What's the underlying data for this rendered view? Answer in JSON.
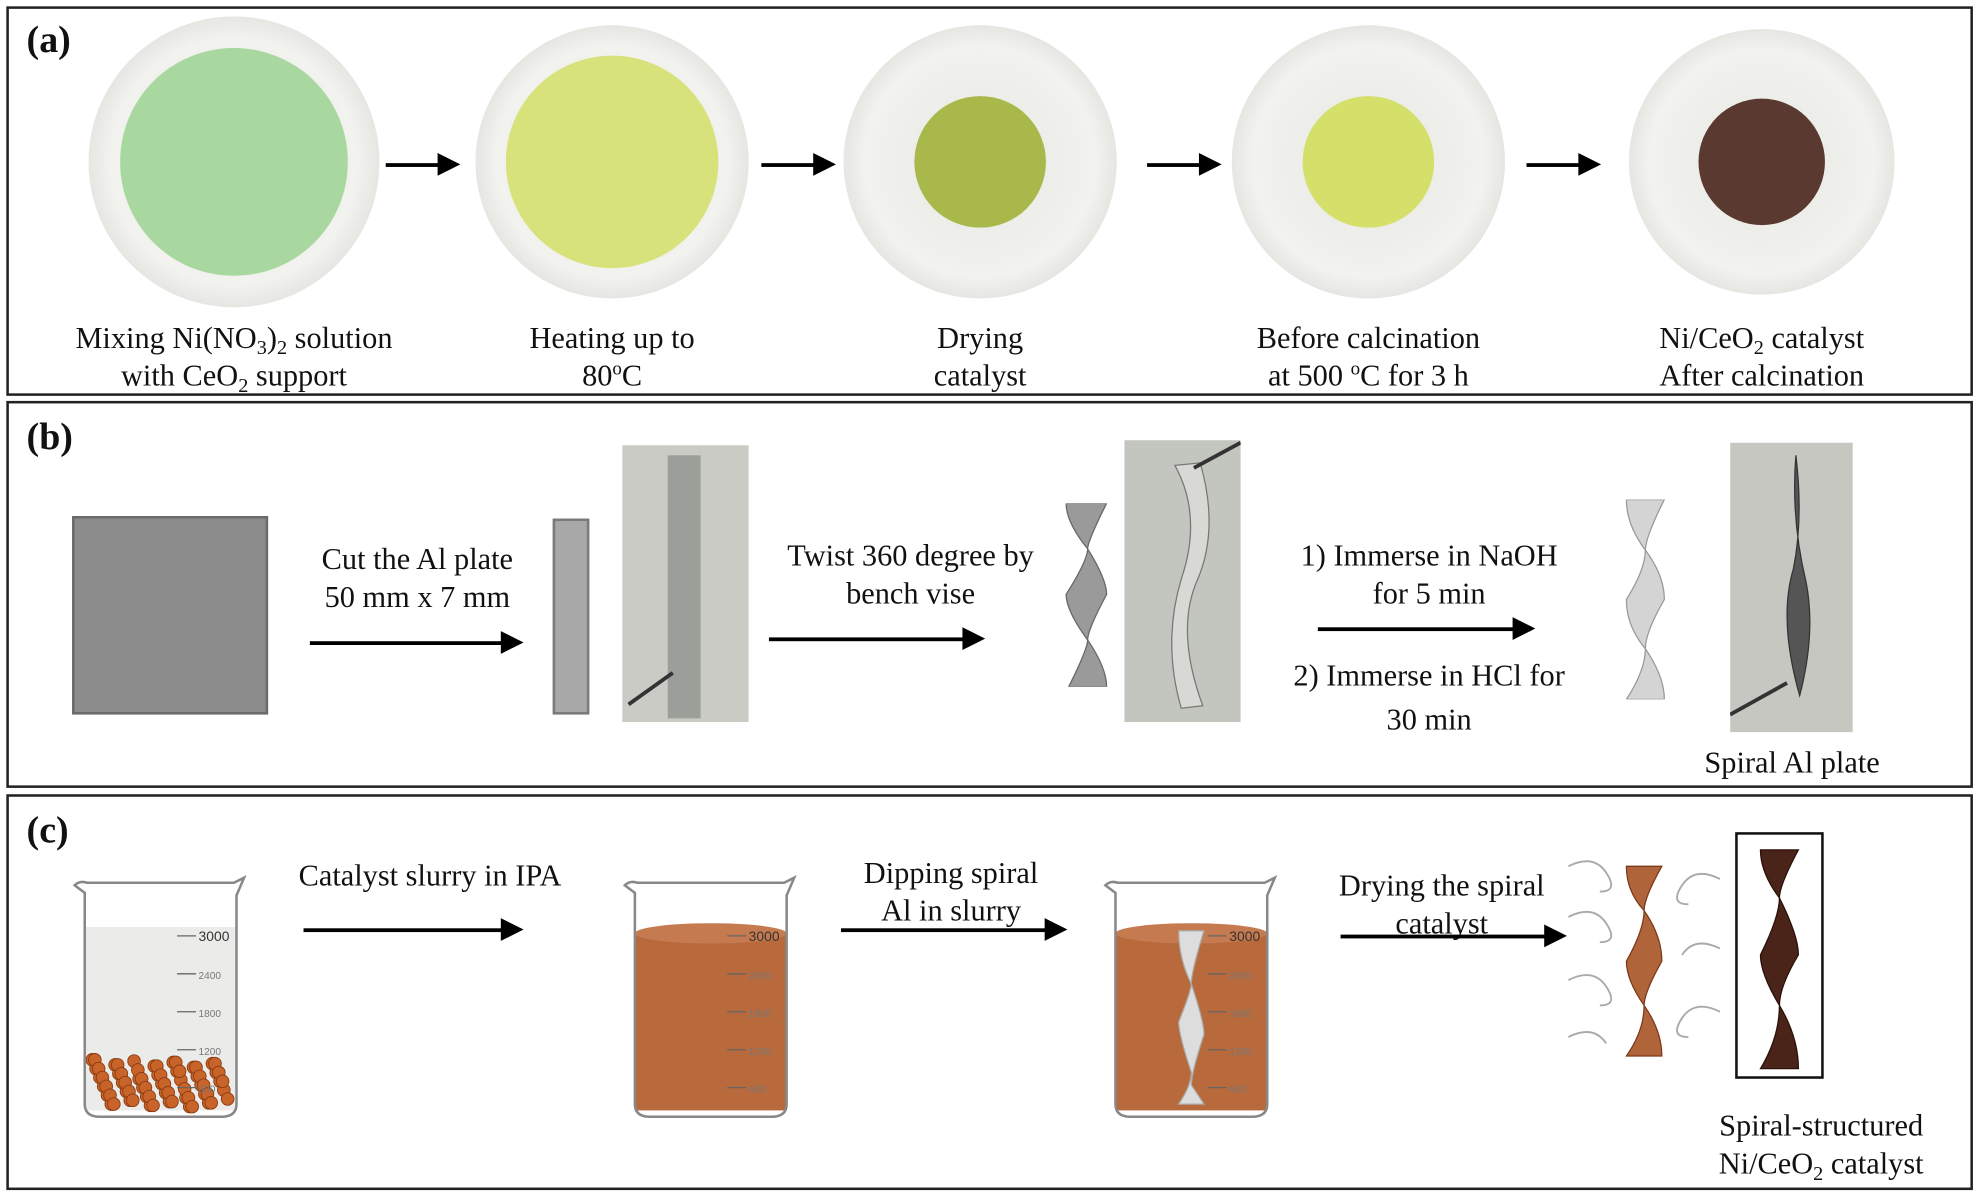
{
  "panels": {
    "a": {
      "label": "(a)",
      "steps": [
        {
          "line1": [
            "Mixing Ni(NO",
            "3",
            ")",
            "2",
            " solution"
          ],
          "line2": [
            "with CeO",
            "2",
            " support"
          ],
          "color": "#a8d8a0"
        },
        {
          "line1": [
            "Heating up to"
          ],
          "line2": [
            "80",
            "o",
            "C"
          ],
          "color": "#d8e27a"
        },
        {
          "line1": [
            "Drying"
          ],
          "line2": [
            "catalyst"
          ],
          "color": "#a9b84a"
        },
        {
          "line1": [
            "Before calcination"
          ],
          "line2": [
            "at 500 ",
            "o",
            "C for 3 h"
          ],
          "color": "#d4e06a"
        },
        {
          "line1": [
            "Ni/CeO",
            "2",
            " catalyst"
          ],
          "line2": [
            "After calcination"
          ],
          "color": "#5a3a30"
        }
      ]
    },
    "b": {
      "label": "(b)",
      "cut_line1": "Cut the Al plate",
      "cut_line2": "50 mm x 7 mm",
      "twist_line1": "Twist 360 degree by",
      "twist_line2": "bench vise",
      "immerse1_line1": "1) Immerse in NaOH",
      "immerse1_line2": "for 5 min",
      "immerse2_line1": "2) Immerse in HCl for",
      "immerse2_line2": "30 min",
      "result_label": "Spiral Al plate"
    },
    "c": {
      "label": "(c)",
      "step1": "Catalyst slurry in IPA",
      "step2_line1": "Dipping spiral",
      "step2_line2": "Al in slurry",
      "step3_line1": "Drying the spiral",
      "step3_line2": "catalyst",
      "result_line1": "Spiral-structured",
      "result_line2": [
        "Ni/CeO",
        "2",
        " catalyst"
      ],
      "beaker_scale": [
        "3000",
        "2400",
        "1800",
        "1200",
        "600"
      ]
    }
  },
  "colors": {
    "al_gray": "#8c8c8c",
    "slurry_brown": "#b86a3c",
    "catalyst_dark": "#4a2418",
    "copper_particle": "#c8642a"
  }
}
